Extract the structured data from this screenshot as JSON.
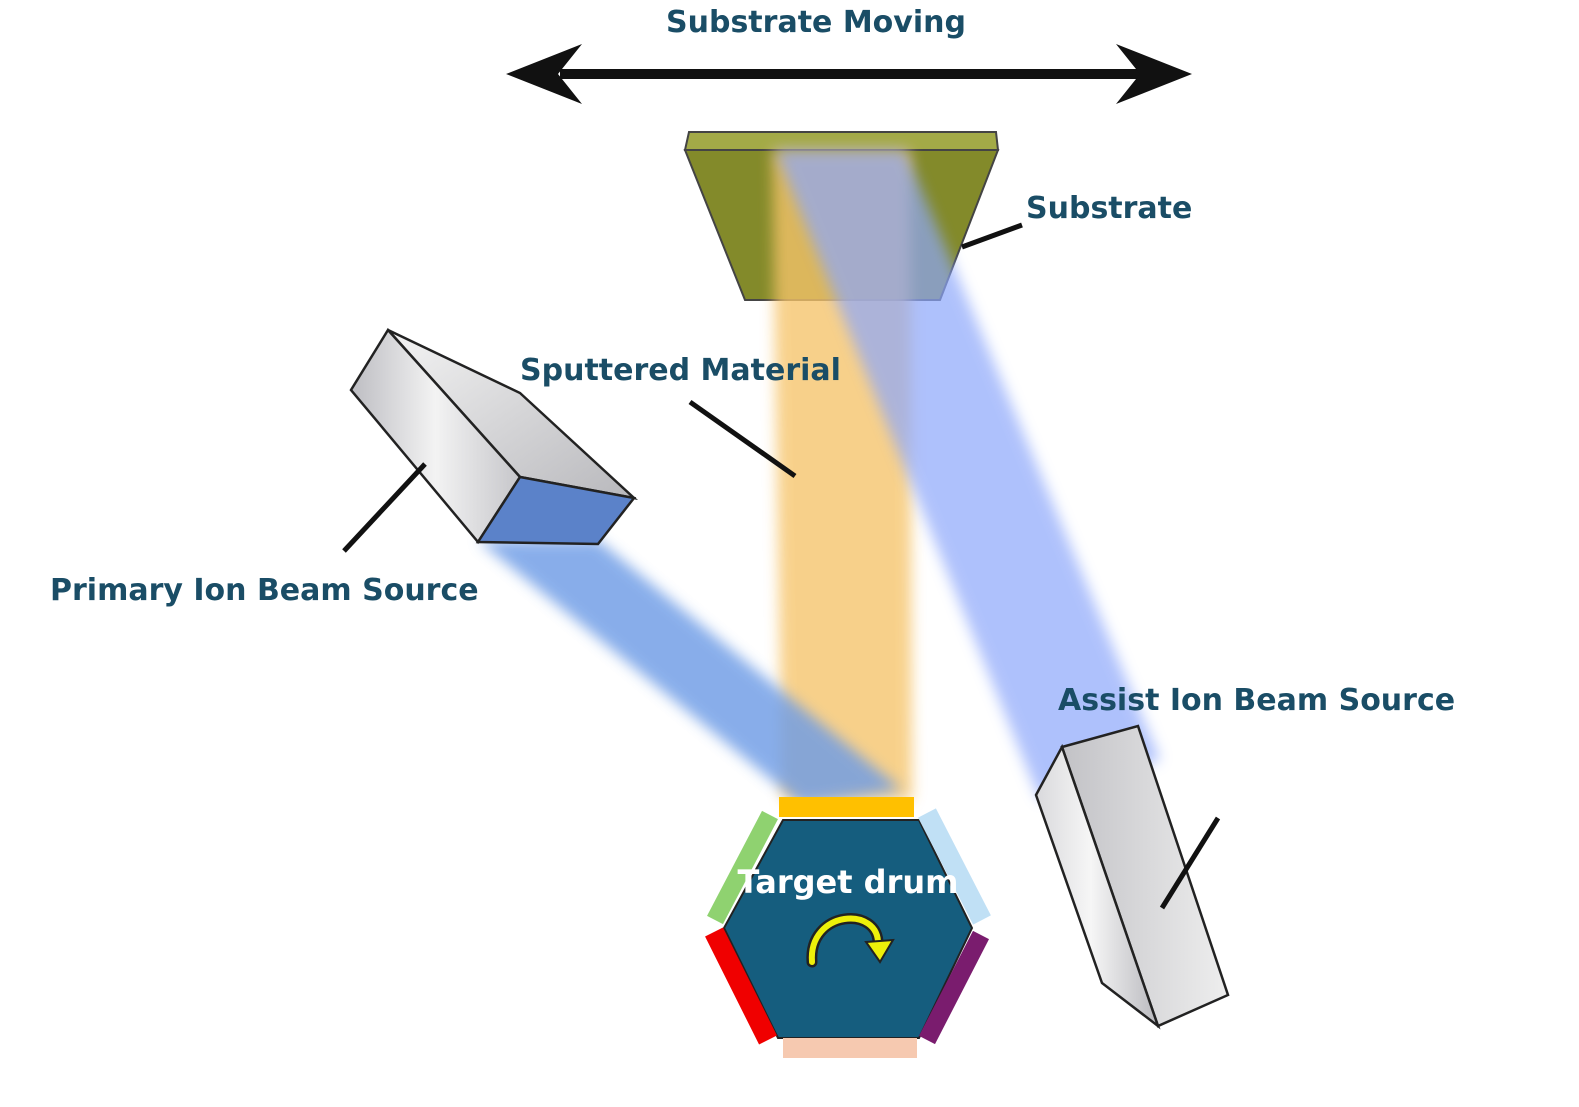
{
  "labels": {
    "motion": "Substrate Moving",
    "substrate": "Substrate",
    "sputtered": "Sputtered Material",
    "primary_source": "Primary Ion Beam Source",
    "assist_source": "Assist Ion Beam Source",
    "target_drum": "Target drum"
  },
  "colors": {
    "label_text": "#1a4d66",
    "substrate_fill": "#838a2a",
    "substrate_top": "#a3aa47",
    "sputter_beam": "#f6c46a",
    "primary_beam": "#6e9ce6",
    "assist_beam": "#8da7fb",
    "drum_fill": "#155d7e",
    "rotation_arrow": "#eef00a",
    "target_top": "#ffc000",
    "target_upper_right": "#c0e0f5",
    "target_lower_right": "#7a1c6e",
    "target_bottom": "#f6c9b0",
    "target_lower_left": "#f00000",
    "target_upper_left": "#8fd270"
  },
  "icons": {
    "motion_arrow": "double-headed-arrow-icon",
    "rotation": "curved-rotation-arrow-icon"
  }
}
